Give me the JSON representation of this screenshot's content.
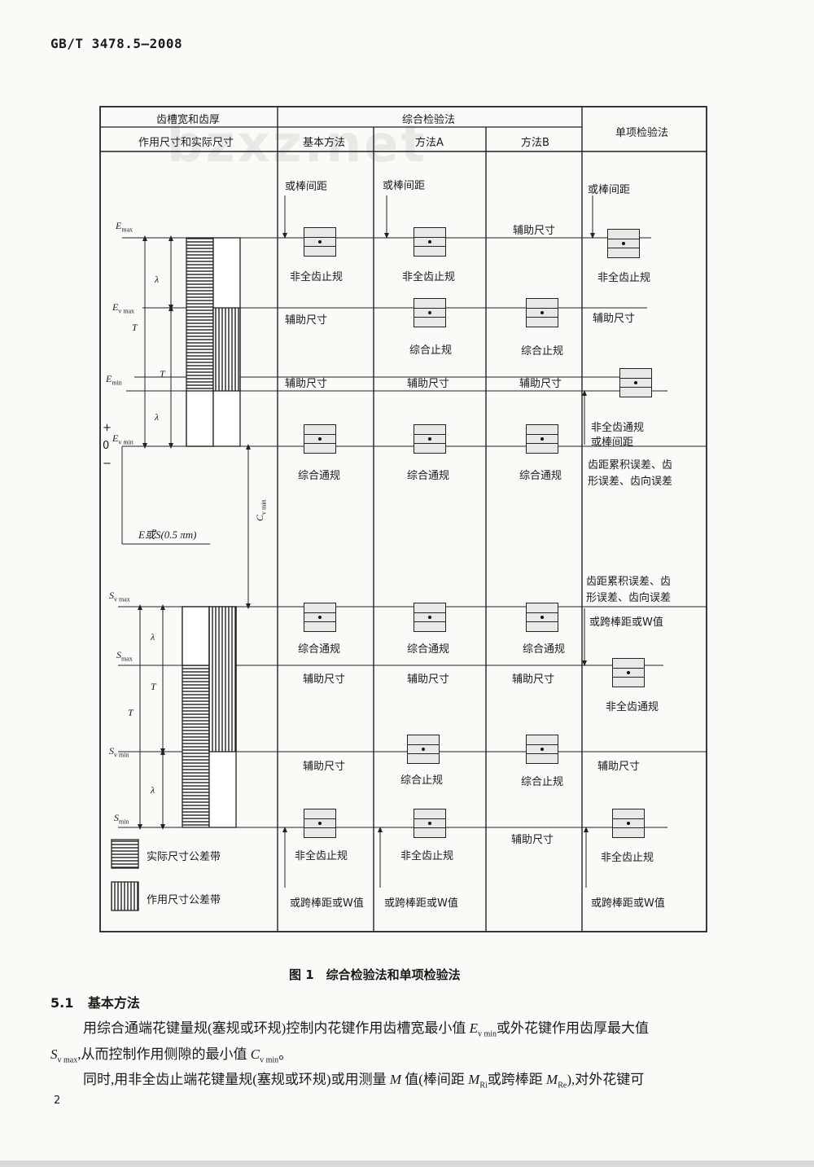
{
  "header": {
    "standard_no": "GB/T 3478.5—2008"
  },
  "watermark": "bzxz.net",
  "table": {
    "col_tooth_top": "齿槽宽和齿厚",
    "col_tooth_bottom": "作用尺寸和实际尺寸",
    "col_combined": "综合检验法",
    "col_basic": "基本方法",
    "col_method_a": "方法A",
    "col_method_b": "方法B",
    "col_single": "单项检验法"
  },
  "left_symbols": {
    "e_max": [
      "E",
      "max"
    ],
    "ev_max": [
      "E",
      "v max"
    ],
    "e_min": [
      "E",
      "min"
    ],
    "ev_min": [
      "E",
      "v min"
    ],
    "sv_max": [
      "S",
      "v max"
    ],
    "s_max": [
      "S",
      "max"
    ],
    "sv_min": [
      "S",
      "v min"
    ],
    "s_min": [
      "S",
      "min"
    ],
    "cv_min": [
      "C",
      "v min"
    ],
    "plus": "+",
    "zero": "0",
    "minus": "−",
    "lambda": "λ",
    "t": "T",
    "es_label": "E或S(0.5 πm)"
  },
  "cells": {
    "basic": {
      "rod": "或棒间距",
      "nogo_partial_top": "非全齿止规",
      "aux1": "辅助尺寸",
      "aux2": "辅助尺寸",
      "go1": "综合通规",
      "go2": "综合通规",
      "aux3": "辅助尺寸",
      "aux4": "辅助尺寸",
      "nogo_partial_bottom": "非全齿止规",
      "over_pins": "或跨棒距或W值"
    },
    "method_a": {
      "rod": "或棒间距",
      "nogo_partial_top": "非全齿止规",
      "combined_nogo1": "综合止规",
      "aux1": "辅助尺寸",
      "go1": "综合通规",
      "go2": "综合通规",
      "aux2": "辅助尺寸",
      "combined_nogo2": "综合止规",
      "nogo_partial_bottom": "非全齿止规",
      "over_pins": "或跨棒距或W值"
    },
    "method_b": {
      "aux1": "辅助尺寸",
      "combined_nogo1": "综合止规",
      "aux2": "辅助尺寸",
      "go1": "综合通规",
      "go2": "综合通规",
      "aux3": "辅助尺寸",
      "combined_nogo2": "综合止规",
      "aux4": "辅助尺寸"
    },
    "single": {
      "rod": "或棒间距",
      "nogo_partial_top": "非全齿止规",
      "aux1": "辅助尺寸",
      "go_partial_top": "非全齿通规",
      "or_rod": "或棒间距",
      "errors_top_1": "齿距累积误差、齿",
      "errors_top_2": "形误差、齿向误差",
      "errors_bot_1": "齿距累积误差、齿",
      "errors_bot_2": "形误差、齿向误差",
      "over_pins_w": "或跨棒距或W值",
      "go_partial_bottom": "非全齿通规",
      "aux2": "辅助尺寸",
      "nogo_partial_bottom": "非全齿止规",
      "over_pins": "或跨棒距或W值"
    }
  },
  "legend": {
    "actual": "实际尺寸公差带",
    "effective": "作用尺寸公差带"
  },
  "figure_caption": "图 1　综合检验法和单项检验法",
  "section": {
    "number": "5.1",
    "title": "基本方法",
    "p1_a": "用综合通端花键量规(塞规或环规)控制内花键作用齿槽宽最小值 ",
    "p1_sym1": "E",
    "p1_sub1": "v min",
    "p1_b": "或外花键作用齿厚最大值",
    "p2_sym": "S",
    "p2_sub": "v max",
    "p2_a": ",从而控制作用侧隙的最小值 ",
    "p2_sym2": "C",
    "p2_sub2": "v min",
    "p2_b": "。",
    "p3_a": "同时,用非全齿止端花键量规(塞规或环规)或用测量 ",
    "p3_m": "M",
    "p3_b": " 值(棒间距 ",
    "p3_mri": "M",
    "p3_mri_sub": "Ri",
    "p3_c": "或跨棒距 ",
    "p3_mre": "M",
    "p3_mre_sub": "Re",
    "p3_d": "),对外花键可"
  },
  "page_number": "2"
}
